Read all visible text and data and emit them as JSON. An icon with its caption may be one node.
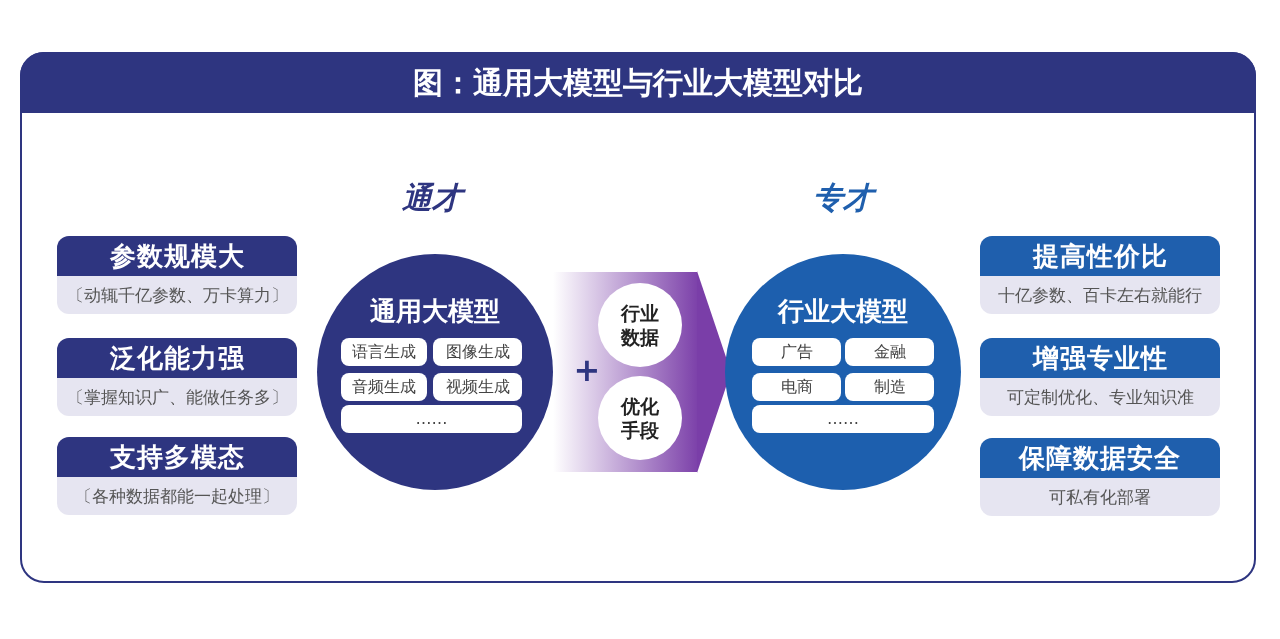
{
  "diagram": {
    "title": "图：通用大模型与行业大模型对比",
    "nodes": [
      {
        "text": [
          "参数规模大",
          "〔动辄千亿参数、万卡算力〕"
        ]
      },
      {
        "text": [
          "泛化能力强",
          "〔掌握知识广、能做任务多〕"
        ]
      },
      {
        "text": [
          "支持多模态",
          "〔各种数据都能一起处理〕"
        ]
      },
      {
        "text": [
          "通用大模型"
        ]
      },
      {
        "text": [
          "语言生成"
        ],
        "in": 3
      },
      {
        "text": [
          "图像生成"
        ],
        "in": 3
      },
      {
        "text": [
          "音频生成"
        ],
        "in": 3
      },
      {
        "text": [
          "视频生成"
        ],
        "in": 3
      },
      {
        "text": [
          "……"
        ],
        "in": 3
      },
      {
        "text": [
          "行业数据"
        ]
      },
      {
        "text": [
          "优化手段"
        ]
      },
      {
        "text": [
          "行业大模型"
        ]
      },
      {
        "text": [
          "广告"
        ],
        "in": 11
      },
      {
        "text": [
          "金融"
        ],
        "in": 11
      },
      {
        "text": [
          "电商"
        ],
        "in": 11
      },
      {
        "text": [
          "制造"
        ],
        "in": 11
      },
      {
        "text": [
          "……"
        ],
        "in": 11
      },
      {
        "text": [
          "提高性价比",
          "十亿参数、百卡左右就能行"
        ]
      },
      {
        "text": [
          "增强专业性",
          "可定制优化、专业知识准"
        ]
      },
      {
        "text": [
          "保障数据安全",
          "可私有化部署"
        ]
      }
    ],
    "edges": [
      {
        "from": 3,
        "to": 11,
        "arrow": "to"
      }
    ],
    "labels": [
      "通才",
      "专才",
      "+"
    ]
  }
}
